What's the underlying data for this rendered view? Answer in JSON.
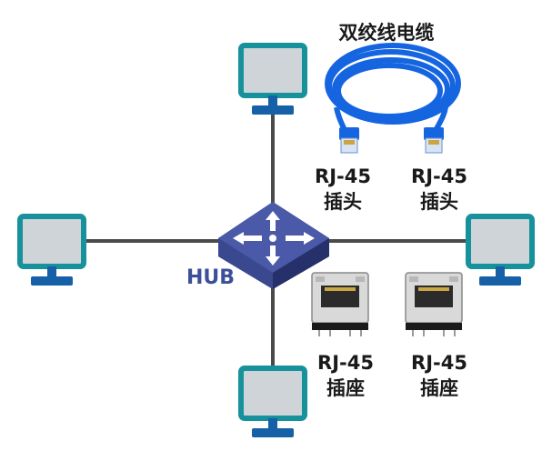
{
  "title": "双绞线电缆",
  "hub": {
    "label": "HUB"
  },
  "plugs": [
    {
      "model": "RJ-45",
      "kind": "插头"
    },
    {
      "model": "RJ-45",
      "kind": "插头"
    }
  ],
  "jacks": [
    {
      "model": "RJ-45",
      "kind": "插座"
    },
    {
      "model": "RJ-45",
      "kind": "插座"
    }
  ],
  "colors": {
    "monitor_frame": "#17919b",
    "monitor_screen": "#cfd4d8",
    "monitor_base": "#1560a6",
    "hub_top": "#4a5aa8",
    "hub_side": "#2d3a7c",
    "cable": "#1565e0",
    "link_line": "#4a4a4a"
  }
}
